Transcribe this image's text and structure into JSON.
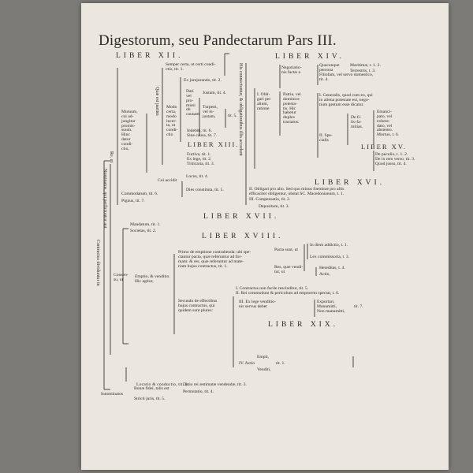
{
  "title": "Digestorum, seu Pandectarum Pars III.",
  "books": {
    "xii": "LIBER XII.",
    "xiii": "LIBER XIII.",
    "xiv": "LIBER XIV.",
    "xv": "LIBER XV.",
    "xvi": "LIBER XVI.",
    "xvii": "LIBER XVII.",
    "xviii": "LIBER XVIII.",
    "xix": "LIBER XIX."
  },
  "vertical": {
    "main": "Contractus dividuntur in",
    "nominatos": "Nominatos, qui perficiuntur aut",
    "re": "Re, ut",
    "quae_est": "Quæ est partim",
    "his": "His connectuntur, & obligationibus illis accedunt"
  },
  "left": {
    "mutuum": [
      "Mutuum,",
      "cui ad-",
      "jungitur",
      "promis-",
      "suum.",
      "Hinc",
      "datur",
      "condi-",
      "ctio,"
    ],
    "semper": [
      "Semper certa, ut certi condi-",
      "ctio, tit. 1."
    ],
    "modo_certa": [
      "Modo",
      "certa,",
      "modo",
      "incer-",
      "ta, ut",
      "condi-",
      "ctio"
    ],
    "ex_jure": [
      "Ex jurejurando, tit. 2."
    ],
    "dati": [
      "Dati",
      "vel",
      "pro-",
      "missi",
      "ob",
      "causam"
    ],
    "justam": "Justam, tit. 4.",
    "turpem": [
      "Turpem,",
      "vel in-",
      "justam,"
    ],
    "tit5": "tit. 5.",
    "indebiti": [
      "Indebiti, tit. 6.",
      "Sine causa, tit. 7."
    ],
    "furtiva": [
      "Furtiva, tit. 1.",
      "Ex lege, tit. 2.",
      "Triticaria, tit. 3."
    ],
    "cui_accidit": "Cui accidit",
    "locus": "Locus, tit. 4.",
    "dies": "Dies constituta, tit. 5.",
    "commodatum": "Commodatum, tit. 6.",
    "pignus": "Pignus, tit. 7."
  },
  "right": {
    "negotiatio": [
      "Negotiatio-",
      "nis factæ a"
    ],
    "quocunque": [
      "Quacunque",
      "persona",
      "Filiofam, vel servo domestico,",
      "tit. 4."
    ],
    "maritima": "Maritimæ, t. 1. 2.",
    "terrestris": "Terrestris, t. 3.",
    "obligari": [
      "I. Obli-",
      "gari per",
      "alium,",
      "ratione"
    ],
    "patrie": [
      "Patrie, vel",
      "dominice",
      "potesta-",
      "tis. Hic",
      "habetur",
      "duplex",
      "tractatus:"
    ],
    "generalis": [
      "I. Generalis, quod cum eo, qui",
      "in aliena potestate est, nego-",
      "tium gestum esse dicatur."
    ],
    "specialis": [
      "II. Spe-",
      "cialis"
    ],
    "de_filio": [
      "De fi-",
      "lio fa-",
      "milias."
    ],
    "emancipato": [
      "Emanci-",
      "pato, vel",
      "exhere-",
      "dato, vel",
      "abstento.",
      "Mortuo, t. 6."
    ],
    "peculio": [
      "De peculio, t. 1. 2.",
      "De in rem verso, tit. 3.",
      "Quod jussu, tit. 4."
    ],
    "obligari2": [
      "II. Obligari pro alio. Sed quo minus foeminæ pro aliis",
      "efficaciter obligentur, obstat SC. Macedonianum, t. 1."
    ],
    "comp": "III. Compensatio, tit. 2.",
    "depositum": "Depositum, tit. 3."
  },
  "consensu": {
    "label": [
      "Consen-",
      "su, ut"
    ],
    "mandatum": "Mandatum, tit. 1.",
    "societas": "Societas, tit. 2.",
    "emptio": [
      "Emptio, & venditio.",
      "Hic agitur,"
    ],
    "primo": [
      "Primo de emptione contrahenda: ubi spe-",
      "ctantur pacta, quæ referuntur ad for-",
      "mam: & res, quæ referuntur ad mate-",
      "riam hujus contractus, tit. 1."
    ],
    "pacta_sunt": "Pacta sunt, ut",
    "in_diem": "In diem addictio, t. 1.",
    "lex_comm": "Lex commissoria, t. 3.",
    "res_quae": [
      "Res, quæ vendi-",
      "tur, ut"
    ],
    "hereditas": "Hereditas, t. 4.",
    "actio": "Actio,",
    "secundo": [
      "Secundo de effectibus",
      "hujus contractus, qui",
      "quidem sunt plures:"
    ],
    "contractus_non": [
      "I. Contractus non facile rescinditur, tit. 5.",
      "II. Rei commodum & periculum ad emptorem spectat, t. 6."
    ],
    "ex_lege": [
      "III. Ex lege venditio-",
      "nis servus debet"
    ],
    "exportari": [
      "Exportari,",
      "Manumitti,",
      "Non manumitti,"
    ],
    "tit7": "tit. 7.",
    "iv_actio": "IV. Actio",
    "empti": "Empti,",
    "venditi": "Venditi,",
    "tit1": "tit. 1.",
    "locatio": "Locatio & conductio, tit. 2."
  },
  "innom": {
    "label": "Innominatos",
    "bonae": "Bonæ fidei, talis est",
    "dati_rei": "Datio rei æstimatæ vendendæ, tit. 3.",
    "permutatio": "Permutatio, tit. 4.",
    "stricti": "Stricti juris, tit. 5."
  }
}
